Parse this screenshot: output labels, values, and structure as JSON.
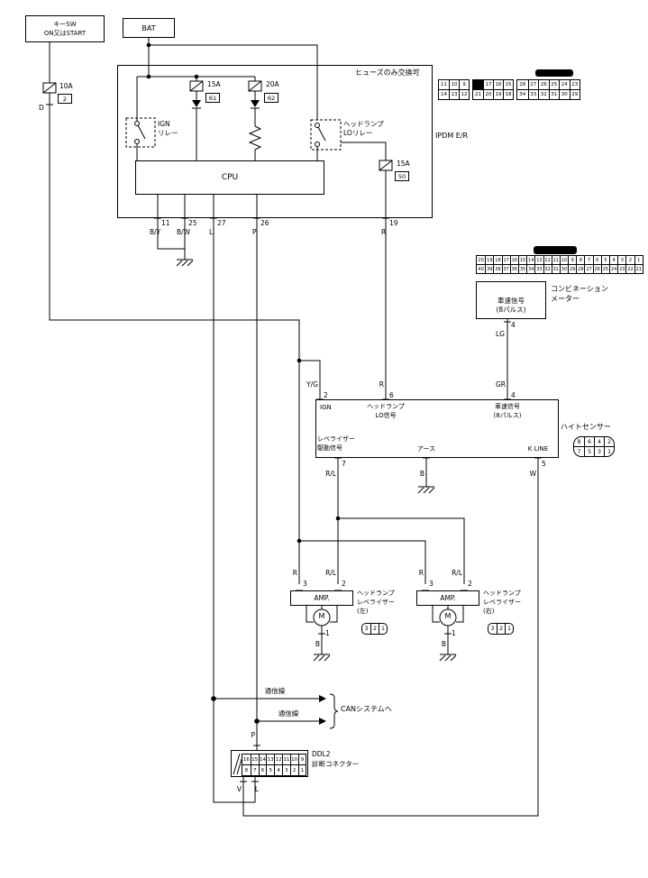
{
  "power": {
    "key_sw": {
      "line1": "キーSW",
      "line2": "ON又はSTART"
    },
    "bat": "BAT",
    "fuse_d": {
      "rating": "10A",
      "number": "2",
      "pin": "D"
    }
  },
  "ipdm": {
    "note": "ヒューズのみ交換可",
    "name": "IPDM E/R",
    "cpu": "CPU",
    "ign_relay": {
      "line1": "IGN",
      "line2": "リレー"
    },
    "lo_relay": {
      "line1": "ヘッドランプ",
      "line2": "LOリレー"
    },
    "fuse61": {
      "rating": "15A",
      "number": "61"
    },
    "fuse62": {
      "rating": "20A",
      "number": "62"
    },
    "fuse50": {
      "rating": "15A",
      "number": "50"
    },
    "pins": [
      {
        "no": "11",
        "color": "B/Y"
      },
      {
        "no": "25",
        "color": "B/W"
      },
      {
        "no": "27",
        "color": "L"
      },
      {
        "no": "26",
        "color": "P"
      },
      {
        "no": "19",
        "color": "R"
      }
    ],
    "connector_grids": {
      "a": [
        [
          "11",
          "10",
          "9"
        ],
        [
          "14",
          "13",
          "12"
        ]
      ],
      "b": [
        [
          "■",
          "17",
          "16",
          "15"
        ],
        [
          "21",
          "20",
          "19",
          "18"
        ]
      ],
      "c": [
        [
          "28",
          "27",
          "26",
          "25",
          "24",
          "23"
        ],
        [
          "34",
          "33",
          "32",
          "31",
          "30",
          "29"
        ]
      ]
    }
  },
  "meter": {
    "label_line1": "コンビネーション",
    "label_line2": "メーター",
    "signal_line1": "車速信号",
    "signal_line2": "(8パルス)",
    "pin": {
      "no": "4",
      "color": "LG"
    },
    "connector_grid": [
      [
        "20",
        "19",
        "18",
        "17",
        "16",
        "15",
        "14",
        "13",
        "12",
        "11",
        "10",
        "9",
        "8",
        "7",
        "6",
        "5",
        "4",
        "3",
        "2",
        "1"
      ],
      [
        "40",
        "39",
        "38",
        "37",
        "36",
        "35",
        "34",
        "33",
        "32",
        "31",
        "30",
        "29",
        "28",
        "27",
        "26",
        "25",
        "24",
        "23",
        "22",
        "21"
      ]
    ]
  },
  "sensor": {
    "name": "ハイトセンサー",
    "pin_ign": {
      "color": "Y/G",
      "no": "2",
      "label": "IGN"
    },
    "pin_lo": {
      "color": "R",
      "no": "6",
      "label_line1": "ヘッドランプ",
      "label_line2": "LO信号"
    },
    "pin_speed": {
      "color": "GR",
      "no": "4",
      "label_line1": "車速信号",
      "label_line2": "(8パルス)"
    },
    "pin_drive": {
      "label_line1": "レベライザー",
      "label_line2": "駆動信号",
      "no": "7",
      "color": "R/L"
    },
    "pin_gnd": {
      "label": "アース",
      "color": "B"
    },
    "pin_kline": {
      "label": "K LINE",
      "no": "5",
      "color": "W"
    },
    "connector_grid": [
      [
        "8",
        "6",
        "4",
        "2"
      ],
      [
        "7",
        "5",
        "3",
        "1"
      ]
    ]
  },
  "levelers": {
    "left": {
      "title": "AMP.",
      "motor": "M",
      "label_line1": "ヘッドランプ",
      "label_line2": "レベライザー",
      "label_line3": "(左)",
      "pin_r": {
        "color": "R",
        "no": "3"
      },
      "pin_rl": {
        "color": "R/L",
        "no": "2"
      },
      "pin_gnd": {
        "no": "1",
        "color": "B"
      },
      "connector_grid": [
        [
          "3",
          "2",
          "1"
        ]
      ]
    },
    "right": {
      "title": "AMP.",
      "motor": "M",
      "label_line1": "ヘッドランプ",
      "label_line2": "レベライザー",
      "label_line3": "(右)",
      "pin_r": {
        "color": "R",
        "no": "3"
      },
      "pin_rl": {
        "color": "R/L",
        "no": "2"
      },
      "pin_gnd": {
        "no": "1",
        "color": "B"
      },
      "connector_grid": [
        [
          "3",
          "2",
          "1"
        ]
      ]
    }
  },
  "can": {
    "line1_label": "通信線",
    "line2_label": "通信線",
    "dest": "CANシステムへ"
  },
  "ddl2": {
    "name_line1": "DDL2",
    "name_line2": "診断コネクター",
    "pin_top": "P",
    "pin_bottom_left": "V",
    "pin_bottom_right": "L",
    "connector_grid": [
      [
        "16",
        "15",
        "14",
        "13",
        "12",
        "11",
        "10",
        "9"
      ],
      [
        "8",
        "7",
        "6",
        "5",
        "4",
        "3",
        "2",
        "1"
      ]
    ]
  }
}
